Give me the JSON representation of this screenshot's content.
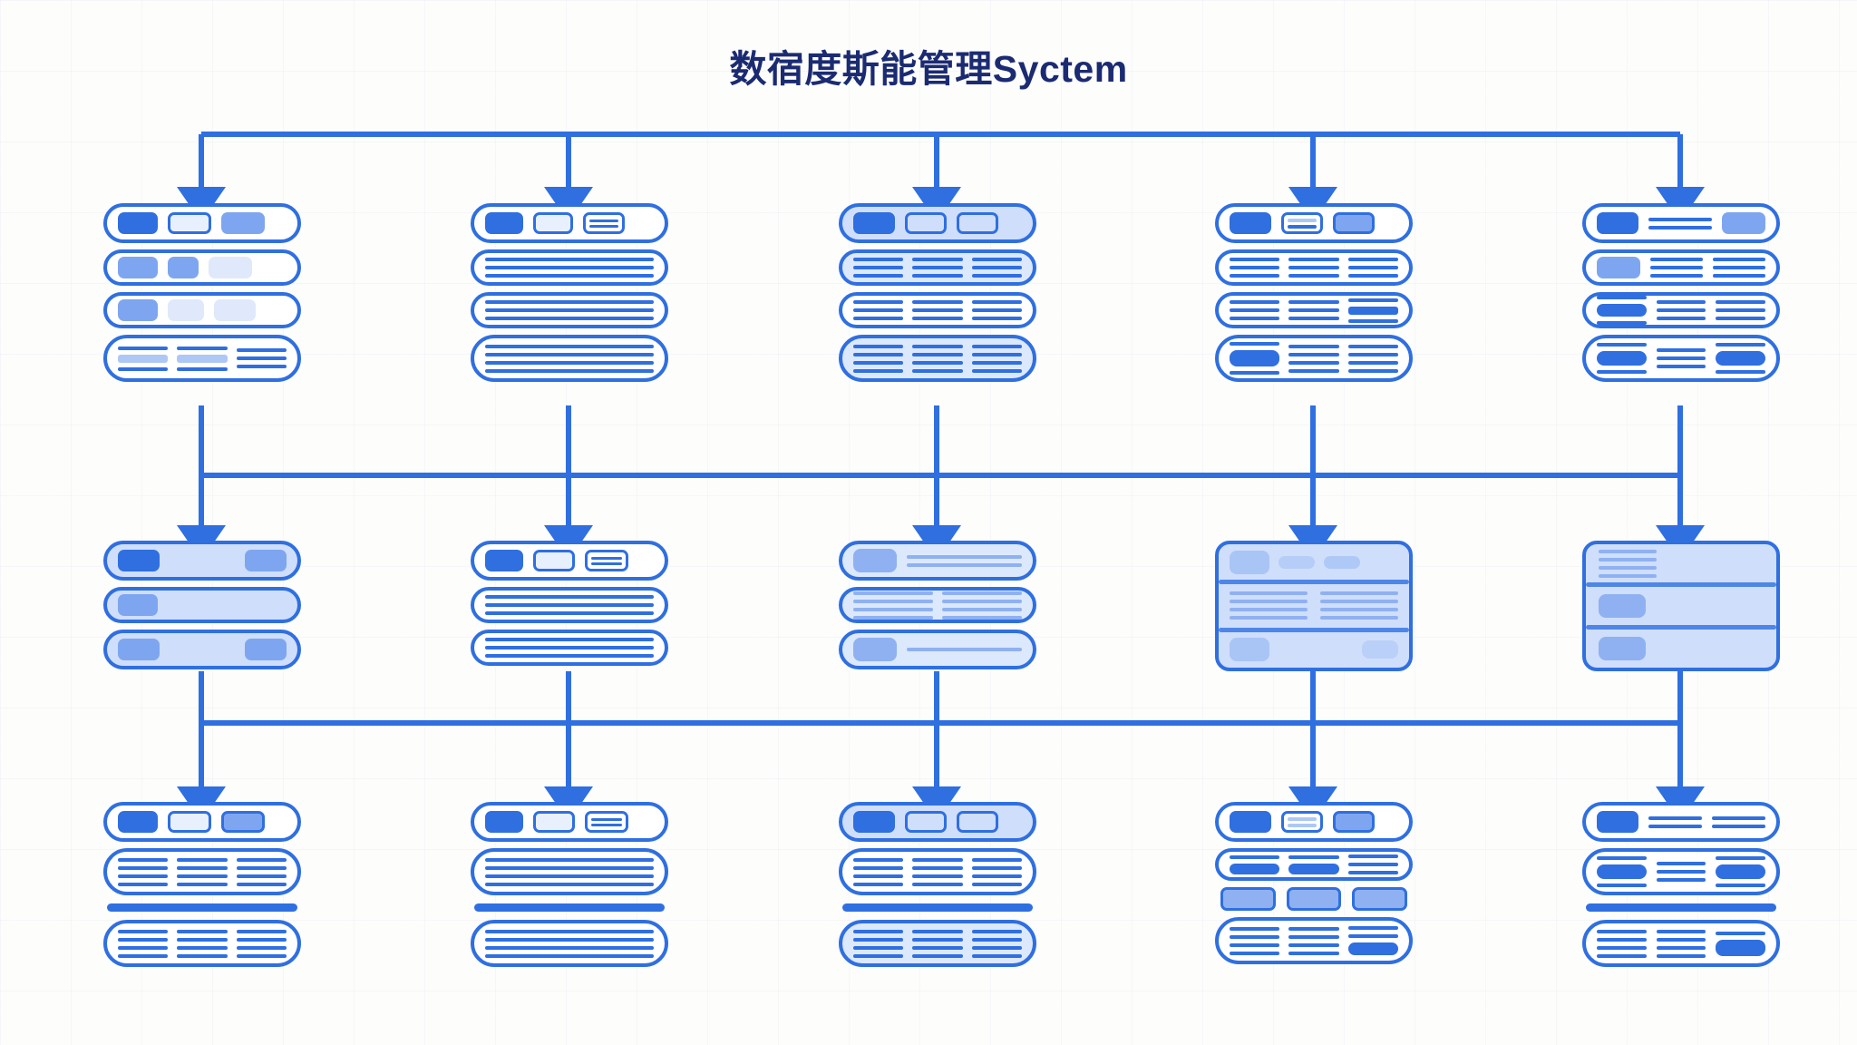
{
  "page": {
    "title": "数宿度斯能管理Syctem",
    "title_color": "#1b2b72",
    "background_color": "#fdfdfc",
    "grid_color": "#eef1f8",
    "accent_color": "#2f6fe0",
    "accent_mid": "#8fb1f2",
    "accent_tint": "#cfdefa",
    "accent_pale": "#e9f0fd"
  },
  "diagram": {
    "type": "hierarchy-flowchart",
    "orientation": "top-down",
    "rows": 3,
    "columns": 5,
    "connector_color": "#2f6fe0",
    "connector_style": "orthogonal-bus-with-arrowheads",
    "bus_levels": [
      148,
      524,
      797
    ],
    "column_centers": [
      222,
      627,
      1033,
      1448,
      1853
    ],
    "notes": "Wireframe placeholder cards; no literal text labels rendered inside cards."
  },
  "tiers": [
    {
      "name": "tier-1",
      "label": "",
      "nodes": [
        {
          "id": "r1c1",
          "variant": "pill-stack",
          "highlighted": false,
          "rows": 4
        },
        {
          "id": "r1c2",
          "variant": "pill-stack",
          "highlighted": false,
          "rows": 4
        },
        {
          "id": "r1c3",
          "variant": "pill-stack",
          "highlighted": true,
          "rows": 4
        },
        {
          "id": "r1c4",
          "variant": "pill-stack",
          "highlighted": false,
          "rows": 4
        },
        {
          "id": "r1c5",
          "variant": "pill-stack",
          "highlighted": false,
          "rows": 4
        }
      ]
    },
    {
      "name": "tier-2",
      "label": "",
      "nodes": [
        {
          "id": "r2c1",
          "variant": "pill-stack",
          "highlighted": true,
          "rows": 3
        },
        {
          "id": "r2c2",
          "variant": "pill-stack",
          "highlighted": false,
          "rows": 3
        },
        {
          "id": "r2c3",
          "variant": "pill-stack",
          "highlighted": true,
          "rows": 3
        },
        {
          "id": "r2c4",
          "variant": "panel",
          "highlighted": true,
          "rows": 3
        },
        {
          "id": "r2c5",
          "variant": "panel",
          "highlighted": true,
          "rows": 3
        }
      ]
    },
    {
      "name": "tier-3",
      "label": "",
      "nodes": [
        {
          "id": "r3c1",
          "variant": "pill-stack",
          "highlighted": false,
          "rows": 3
        },
        {
          "id": "r3c2",
          "variant": "pill-stack",
          "highlighted": false,
          "rows": 3
        },
        {
          "id": "r3c3",
          "variant": "pill-stack",
          "highlighted": true,
          "rows": 3
        },
        {
          "id": "r3c4",
          "variant": "pill-stack",
          "highlighted": false,
          "rows": 4
        },
        {
          "id": "r3c5",
          "variant": "pill-stack",
          "highlighted": false,
          "rows": 3
        }
      ]
    }
  ]
}
